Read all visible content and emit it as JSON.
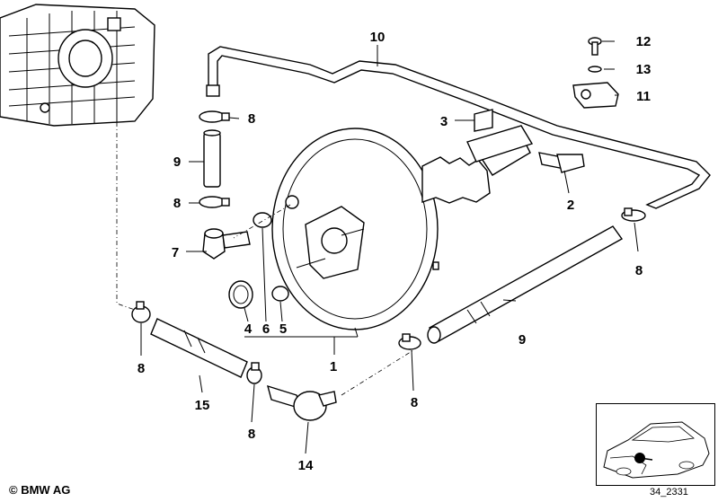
{
  "callouts": {
    "c1": "1",
    "c2": "2",
    "c3": "3",
    "c4": "4",
    "c5": "5",
    "c6": "6",
    "c7": "7",
    "c8a": "8",
    "c8b": "8",
    "c8c": "8",
    "c8d": "8",
    "c8e": "8",
    "c8f": "8",
    "c9a": "9",
    "c9b": "9",
    "c10": "10",
    "c11": "11",
    "c12": "12",
    "c13": "13",
    "c14": "14",
    "c15": "15"
  },
  "footer": {
    "copyright": "BMW AG",
    "drawing_number": "34_2331"
  }
}
